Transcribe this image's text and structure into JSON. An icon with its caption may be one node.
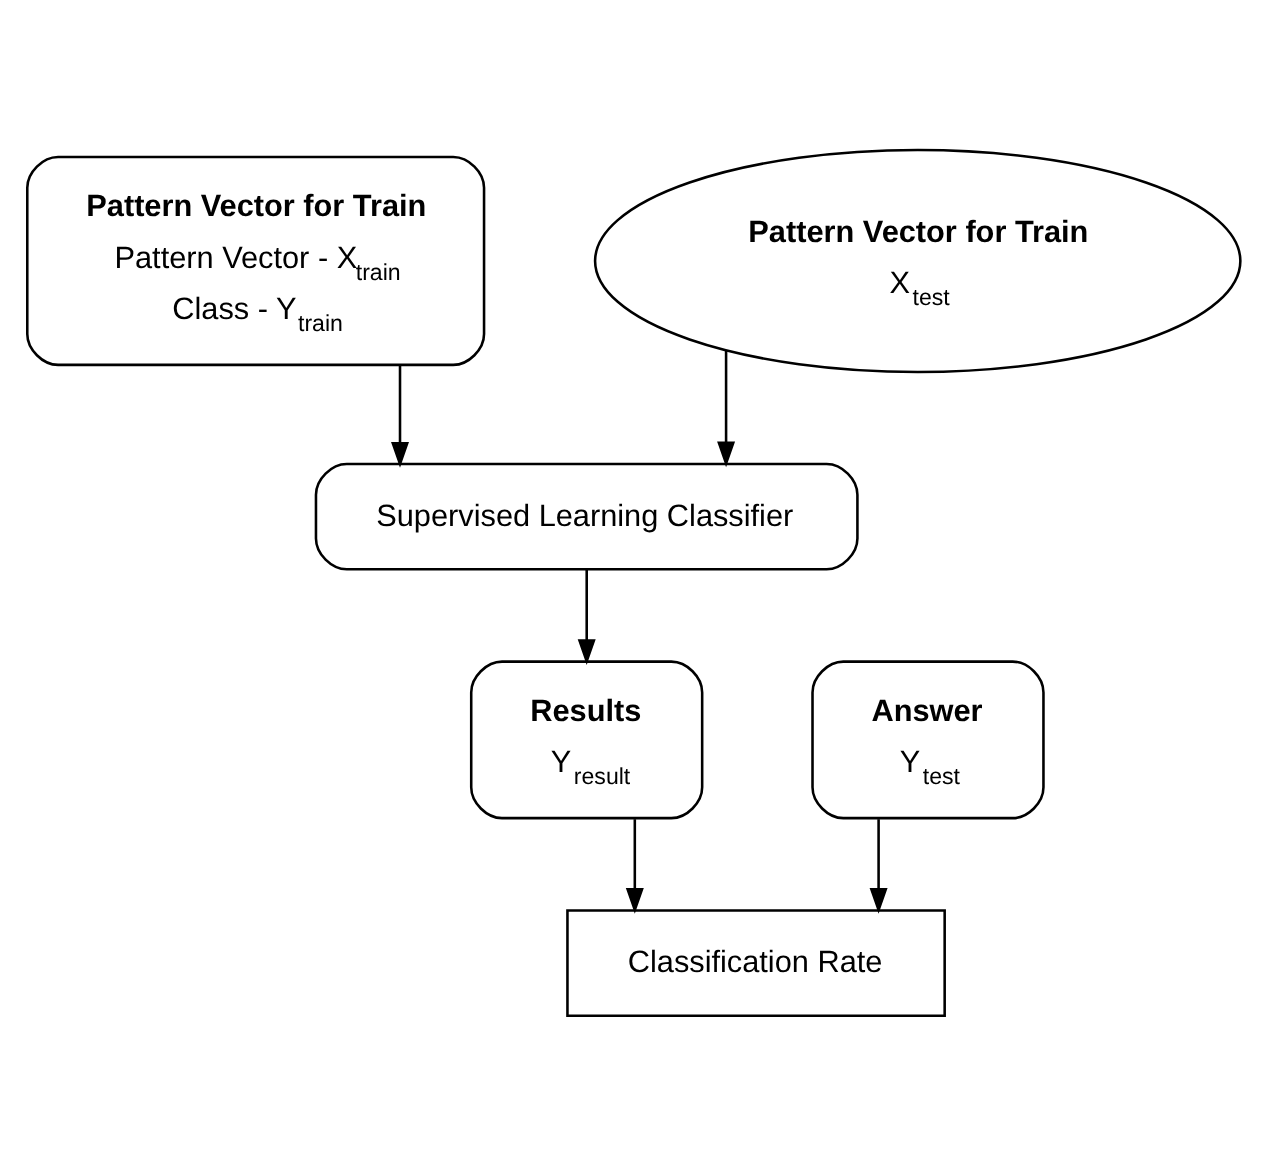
{
  "diagram": {
    "nodes": [
      {
        "text": [
          "Pattern Vector for Train",
          "Pattern Vector - X$_{train}$",
          "Class - Y$_{train}$"
        ]
      },
      {
        "text": [
          "Pattern Vector for Train",
          "X$_{test}$"
        ]
      },
      {
        "text": [
          "Supervised Learning Classifier"
        ]
      },
      {
        "text": [
          "Results",
          "Y$_{result}$"
        ]
      },
      {
        "text": [
          "Answer",
          "Y$_{test}$"
        ]
      },
      {
        "text": [
          "Classification Rate"
        ]
      }
    ],
    "edges": [
      {
        "from": 0,
        "to": 2,
        "arrow": "to"
      },
      {
        "from": 1,
        "to": 2,
        "arrow": "to"
      },
      {
        "from": 2,
        "to": 3,
        "arrow": "to"
      },
      {
        "from": 3,
        "to": 5,
        "arrow": "to"
      },
      {
        "from": 4,
        "to": 5,
        "arrow": "to"
      }
    ]
  }
}
